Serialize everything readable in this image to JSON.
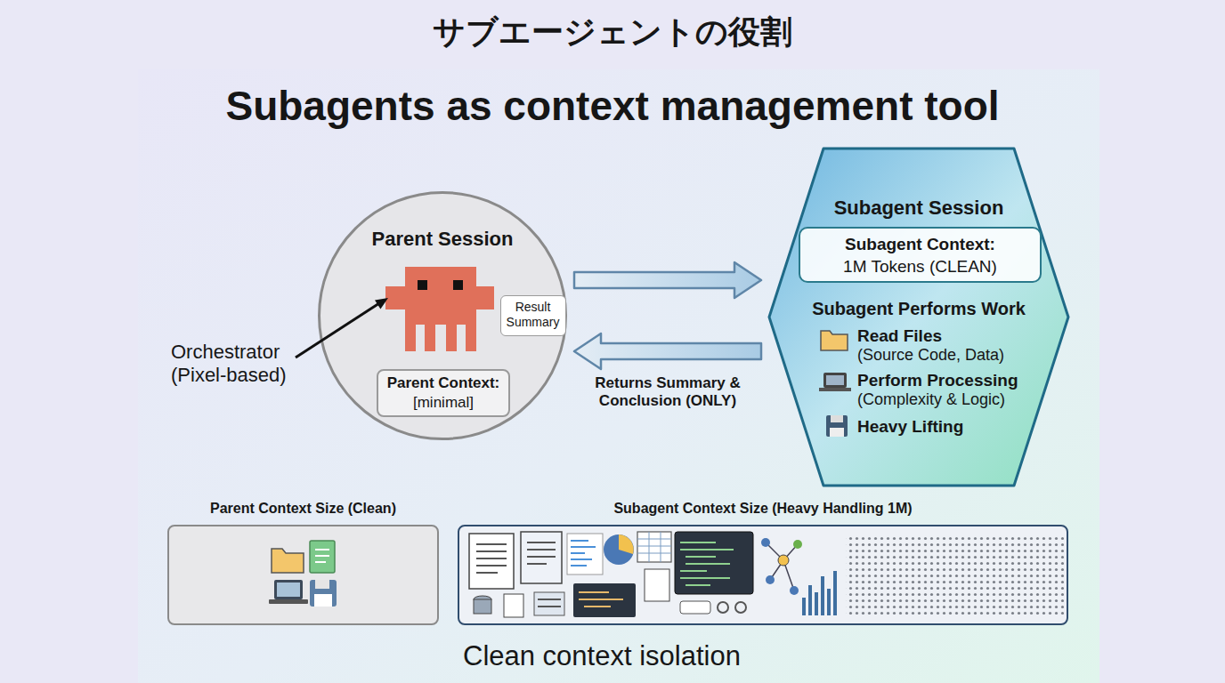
{
  "diagram": {
    "title": "サブエージェントの役割",
    "caption": "Clean context isolation",
    "nodes": [
      {
        "text": [
          "Parent Session"
        ]
      },
      {
        "text": [
          "Result Summary"
        ],
        "in": 0
      },
      {
        "text": [
          "Parent Context:",
          "[minimal]"
        ],
        "in": 0
      },
      {
        "text": [
          "Subagent Session",
          "Subagent Performs Work",
          "Read Files",
          "(Source Code, Data)",
          "Perform Processing",
          "(Complexity & Logic)",
          "Heavy Lifting"
        ]
      },
      {
        "text": [
          "Subagent Context:",
          "1M Tokens (CLEAN)"
        ],
        "in": 3
      },
      {
        "text": [
          "Parent Context Size (Clean)"
        ]
      },
      {
        "text": [
          "Subagent Context Size (Heavy Handling 1M)"
        ]
      }
    ],
    "edges": [
      {
        "from": 0,
        "to": 3,
        "arrow": "to"
      },
      {
        "from": 3,
        "to": 0,
        "label": "Returns Summary & Conclusion (ONLY)",
        "arrow": "to"
      }
    ],
    "labels": [
      "Subagents as context management tool",
      "Orchestrator (Pixel-based)"
    ]
  }
}
